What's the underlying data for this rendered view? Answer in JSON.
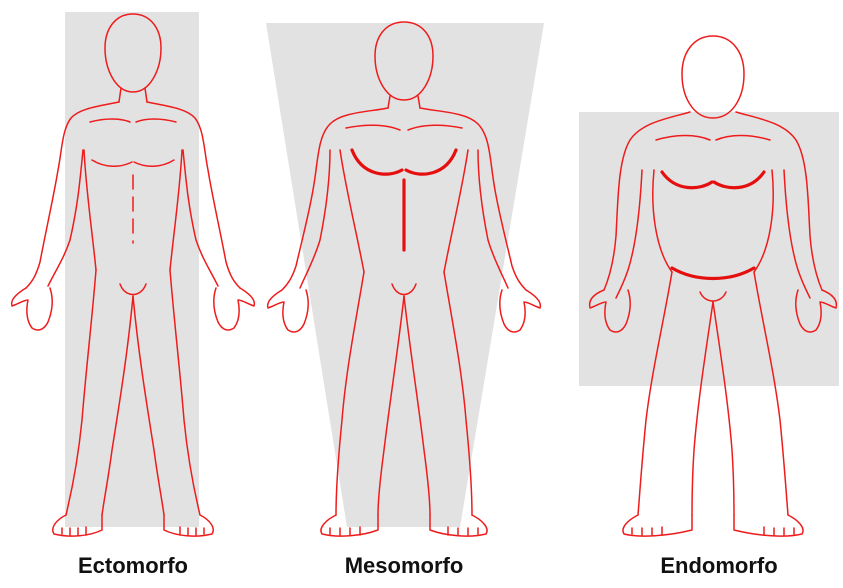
{
  "colors": {
    "outline": "#ee1c1c",
    "shape_fill": "#e2e2e2",
    "label_text": "#111111",
    "background": "#ffffff"
  },
  "figures": [
    {
      "key": "ecto",
      "label": "Ectomorfo",
      "silhouette_shape": "rectangle"
    },
    {
      "key": "meso",
      "label": "Mesomorfo",
      "silhouette_shape": "inverted-trapezoid"
    },
    {
      "key": "endo",
      "label": "Endomorfo",
      "silhouette_shape": "wide-rectangle"
    }
  ]
}
